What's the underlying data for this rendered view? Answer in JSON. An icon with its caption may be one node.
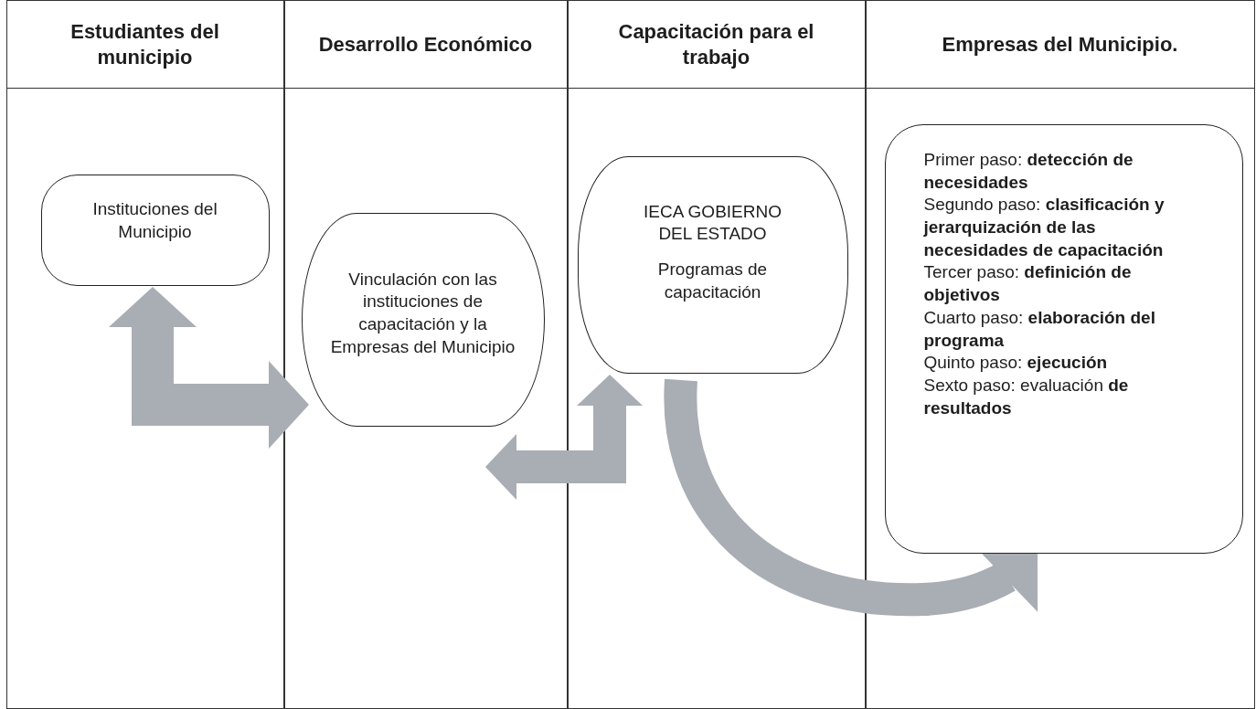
{
  "diagram": {
    "nodes": [
      {
        "text": [
          "Estudiantes del municipio"
        ]
      },
      {
        "text": [
          "Desarrollo Económico"
        ]
      },
      {
        "text": [
          "Capacitación para el trabajo"
        ]
      },
      {
        "text": [
          "Empresas del Municipio."
        ]
      },
      {
        "text": [
          "Instituciones del Municipio"
        ],
        "in": 0
      },
      {
        "text": [
          "Vinculación con las instituciones de capacitación y la Empresas del Municipio"
        ],
        "in": 1
      },
      {
        "text": [
          "IECA GOBIERNO DEL ESTADO",
          "Programas de capacitación"
        ],
        "in": 2
      },
      {
        "text": [
          "Primer paso: **detección de necesidades**",
          "Segundo paso: **clasificación y jerarquización de las necesidades de capacitación**",
          "Tercer paso: **definición de objetivos**",
          "Cuarto paso: **elaboración del programa**",
          "Quinto paso: **ejecución**",
          "Sexto paso: evaluación **de resultados**"
        ],
        "in": 3
      }
    ],
    "edges": [
      {
        "from": 4,
        "to": 5,
        "arrow": "both"
      },
      {
        "from": 6,
        "to": 5,
        "arrow": "both"
      },
      {
        "from": 6,
        "to": 7,
        "arrow": "to"
      }
    ]
  }
}
